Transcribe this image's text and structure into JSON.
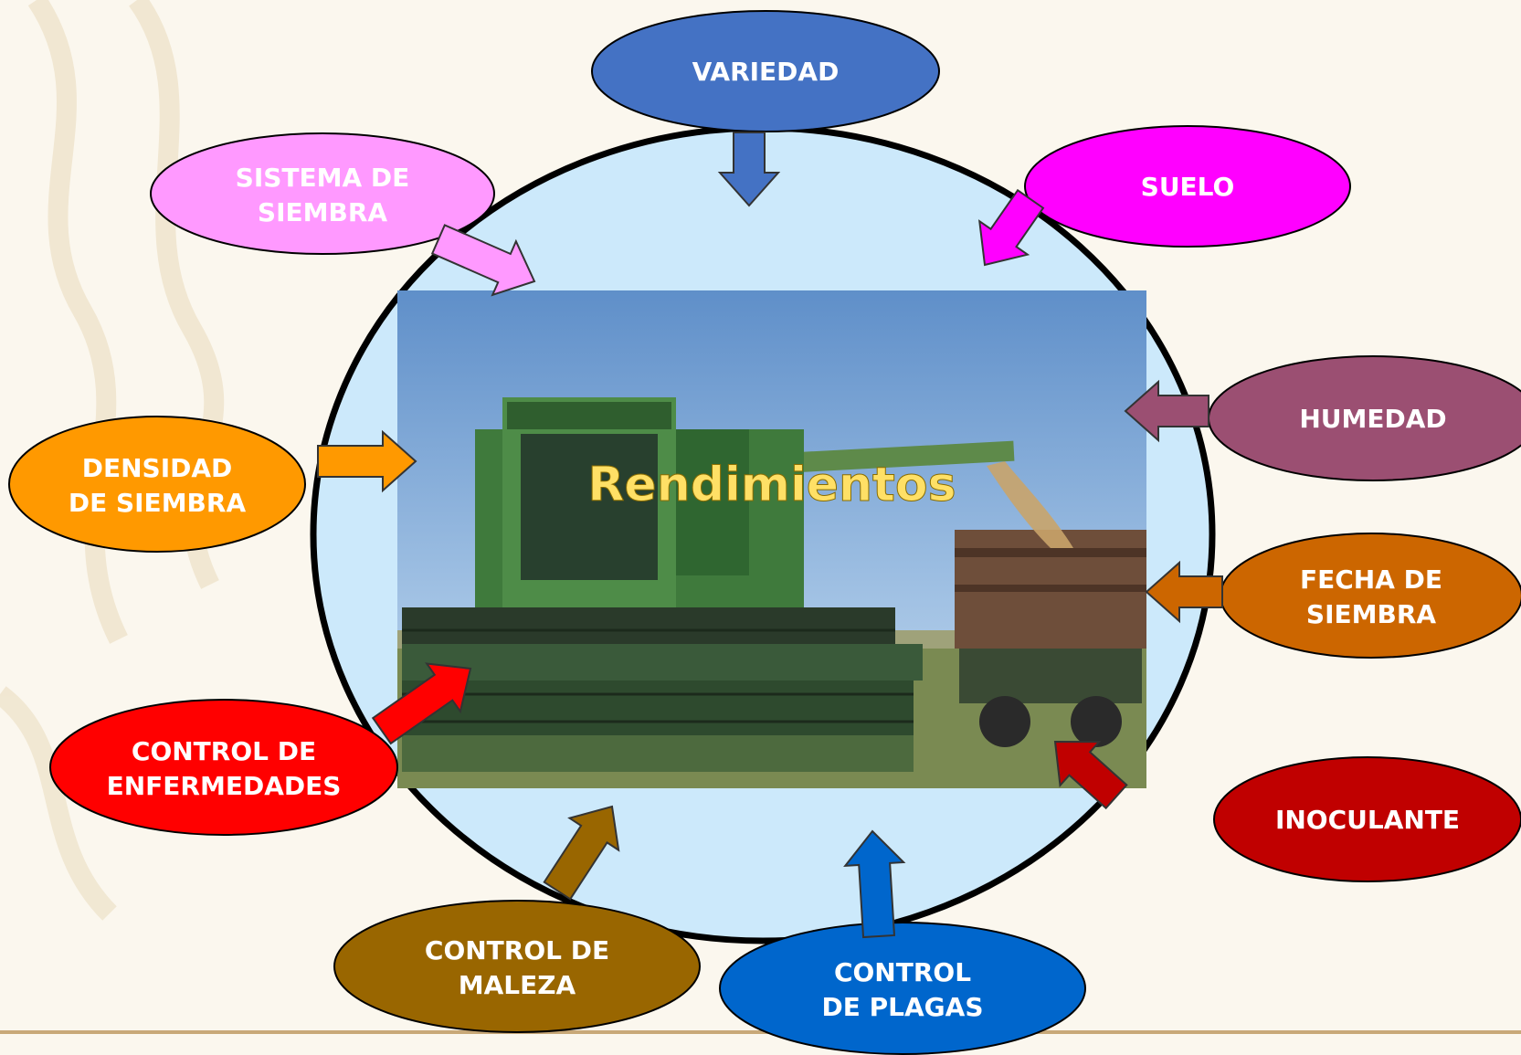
{
  "center_title": "Rendimientos",
  "photo_description_icon": "combine-harvester-photo-icon",
  "factors": {
    "variedad": {
      "line1": "VARIEDAD",
      "line2": "",
      "color": "#4472c4"
    },
    "suelo": {
      "line1": "SUELO",
      "line2": "",
      "color": "#ff00ff"
    },
    "sistema_siembra": {
      "line1": "SISTEMA DE",
      "line2": "SIEMBRA",
      "color": "#ff99ff"
    },
    "humedad": {
      "line1": "HUMEDAD",
      "line2": "",
      "color": "#9b4f72"
    },
    "densidad": {
      "line1": "DENSIDAD",
      "line2": "DE SIEMBRA",
      "color": "#ff9900"
    },
    "fecha": {
      "line1": "FECHA DE",
      "line2": "SIEMBRA",
      "color": "#cc6600"
    },
    "enfermedades": {
      "line1": "CONTROL DE",
      "line2": "ENFERMEDADES",
      "color": "#ff0000"
    },
    "inoculante": {
      "line1": "INOCULANTE",
      "line2": "",
      "color": "#c00000"
    },
    "maleza": {
      "line1": "CONTROL DE",
      "line2": "MALEZA",
      "color": "#996600"
    },
    "plagas": {
      "line1": "CONTROL",
      "line2": "DE PLAGAS",
      "color": "#0066cc"
    }
  },
  "colors": {
    "circle_fill": "#cce9fb",
    "circle_stroke": "#000000",
    "title": "#ffe066"
  }
}
